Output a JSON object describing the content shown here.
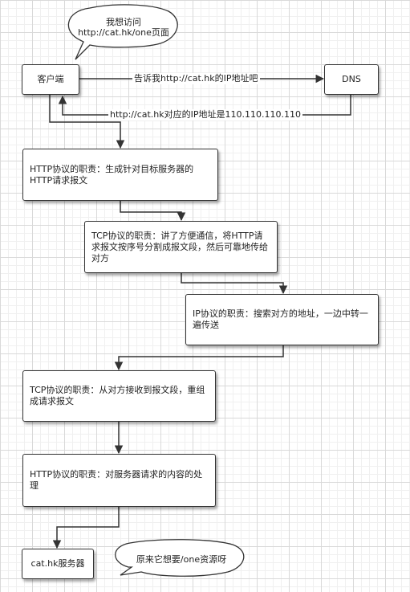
{
  "nodes": {
    "client": "客户端",
    "dns": "DNS",
    "http_send": "HTTP协议的职责：生成针对目标服务器的HTTP请求报文",
    "tcp_send": "TCP协议的职责：讲了方便通信，将HTTP请求报文按序号分割成报文段，然后可靠地传给对方",
    "ip": "IP协议的职责：搜索对方的地址，一边中转一遍传送",
    "tcp_recv": "TCP协议的职责：从对方接收到报文段，重组成请求报文",
    "http_recv": "HTTP协议的职责：对服务器请求的内容的处理",
    "server": "cat.hk服务器"
  },
  "bubbles": {
    "client_thought": "我想访问http://cat.hk/one页面",
    "server_thought": "原来它想要/one资源呀"
  },
  "edges": {
    "ask_dns": "告诉我http://cat.hk的IP地址吧",
    "dns_reply": "http://cat.hk对应的IP地址是110.110.110.110"
  },
  "colors": {
    "stroke": "#333333",
    "grid": "#d9d9d9"
  }
}
